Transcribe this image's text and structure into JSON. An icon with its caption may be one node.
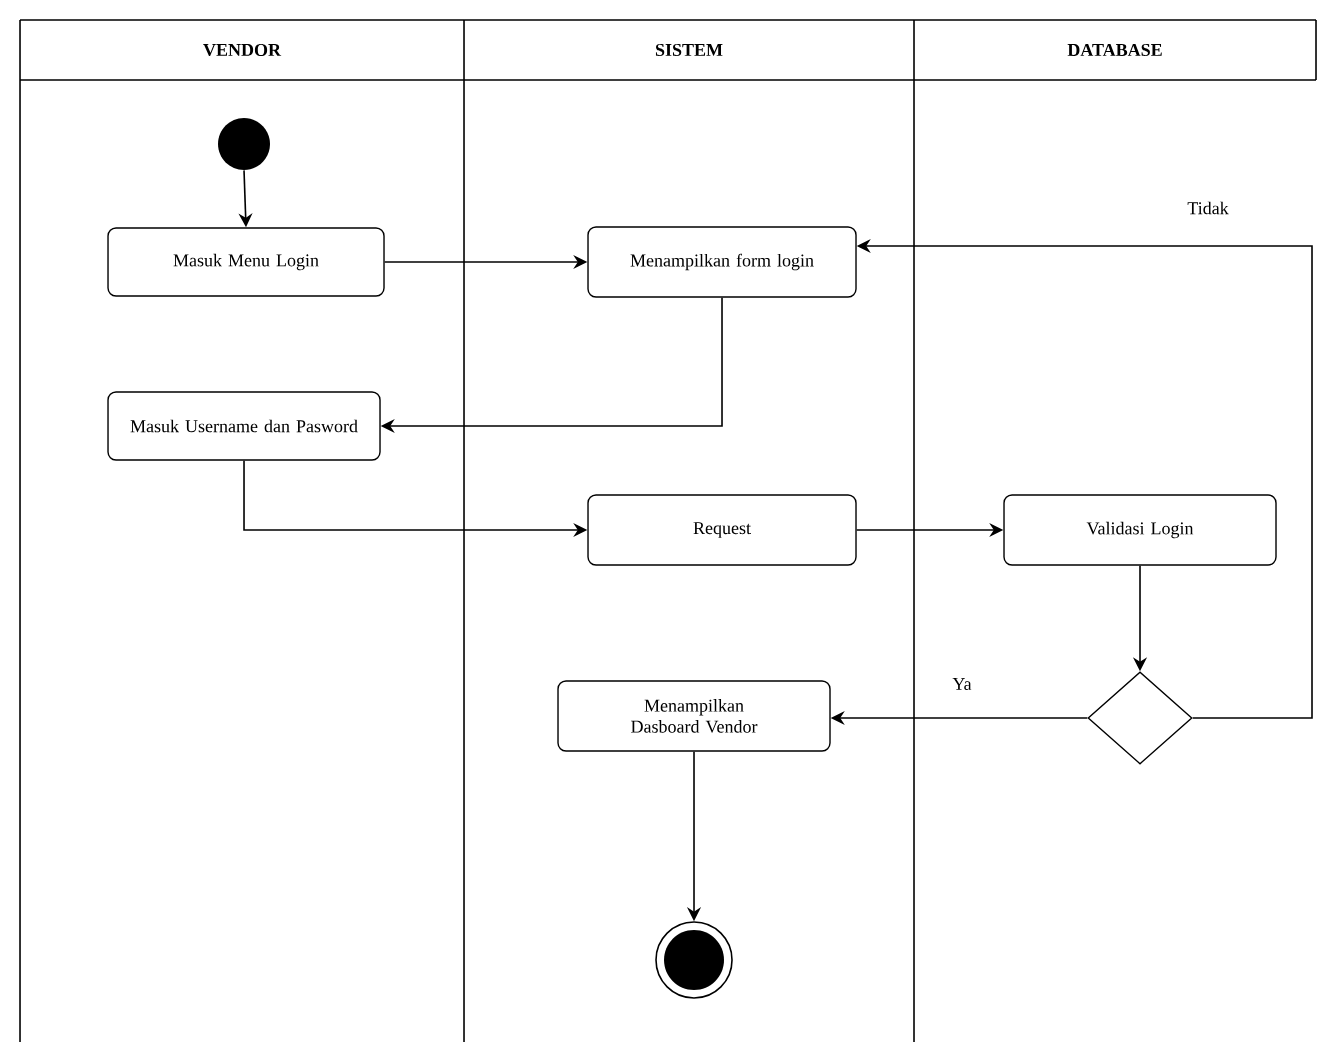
{
  "diagram": {
    "nodes": [
      {
        "text": [
          "VENDOR"
        ]
      },
      {
        "text": [
          "SISTEM"
        ]
      },
      {
        "text": [
          "DATABASE"
        ]
      },
      {
        "text": [],
        "shape": "circle",
        "in": 0
      },
      {
        "text": [
          "Masuk Menu Login"
        ],
        "in": 0
      },
      {
        "text": [
          "Menampilkan form login"
        ],
        "in": 1
      },
      {
        "text": [
          "Masuk Username dan Pasword"
        ],
        "in": 0
      },
      {
        "text": [
          "Request"
        ],
        "in": 1
      },
      {
        "text": [
          "Validasi Login"
        ],
        "in": 2
      },
      {
        "text": [],
        "shape": "diamond",
        "in": 2
      },
      {
        "text": [
          "Menampilkan Dasboard Vendor"
        ],
        "in": 1
      },
      {
        "text": [],
        "shape": "circle",
        "in": 1
      }
    ],
    "edges": [
      {
        "from": 3,
        "to": 4,
        "arrow": "to"
      },
      {
        "from": 4,
        "to": 5,
        "arrow": "to"
      },
      {
        "from": 5,
        "to": 6,
        "arrow": "to"
      },
      {
        "from": 6,
        "to": 7,
        "arrow": "to"
      },
      {
        "from": 7,
        "to": 8,
        "arrow": "to"
      },
      {
        "from": 8,
        "to": 9,
        "arrow": "to"
      },
      {
        "from": 9,
        "to": 10,
        "arrow": "to",
        "label": "Ya"
      },
      {
        "from": 9,
        "to": 5,
        "arrow": "to",
        "label": "Tidak"
      },
      {
        "from": 10,
        "to": 11,
        "arrow": "to"
      }
    ]
  }
}
